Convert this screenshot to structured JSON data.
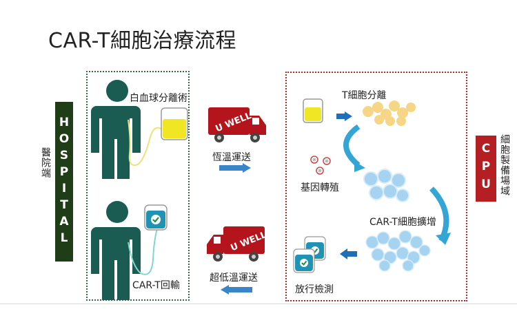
{
  "title": "CAR-T細胞治療流程",
  "hospital": {
    "bar_text": "HOSPITAL",
    "side_label": "醫院端",
    "step_top": "白血球分離術",
    "step_bottom": "CAR-T回輸"
  },
  "cpu": {
    "bar_text": "CPU",
    "side_label": "細胞製備場域",
    "step_isolation": "T細胞分離",
    "step_gene": "基因轉殖",
    "step_expand": "CAR-T細胞擴增",
    "step_release": "放行檢測"
  },
  "transport": {
    "truck_brand": "U WELL",
    "top_label": "恆溫運送",
    "bottom_label": "超低溫運送"
  },
  "colors": {
    "hospital_green": "#1f3d16",
    "figure_teal": "#1a5c52",
    "cpu_red": "#b51e23",
    "truck_red": "#b4141c",
    "arrow_blue": "#3a84c9"
  }
}
